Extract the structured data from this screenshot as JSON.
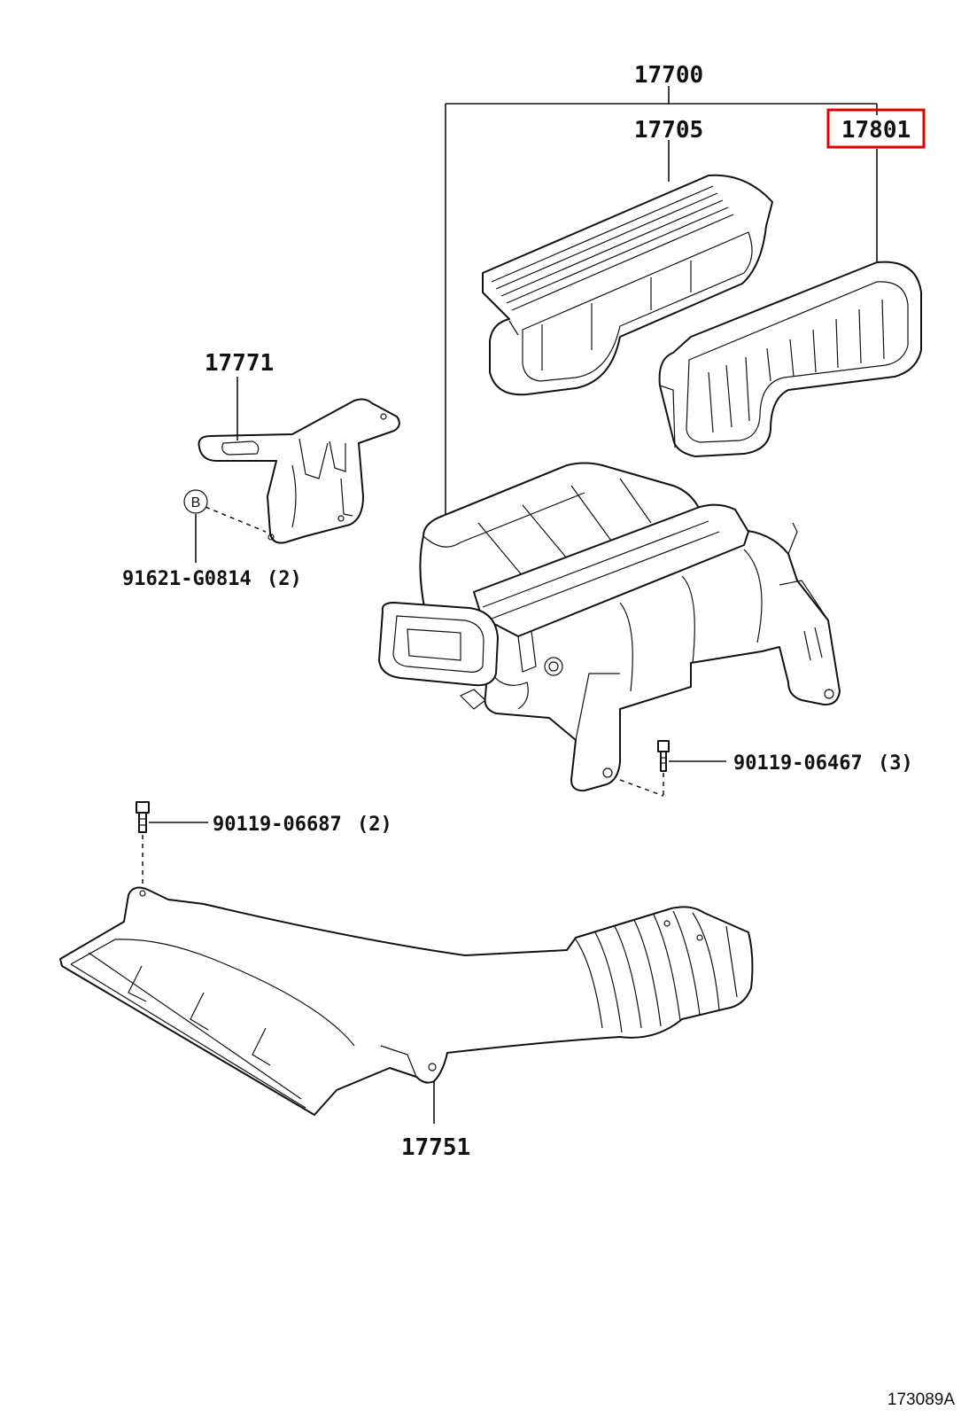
{
  "labels": {
    "assembly": "17700",
    "cap": "17705",
    "element": "17801",
    "bracket": "17771",
    "bracket_bolt": "91621-G0814",
    "bracket_bolt_qty": "(2)",
    "case_bolt": "90119-06467",
    "case_bolt_qty": "(3)",
    "inlet_bolt": "90119-06687",
    "inlet_bolt_qty": "(2)",
    "inlet_duct": "17751"
  },
  "callout_letter": "B",
  "highlighted_part": "17801",
  "highlight_color": "#e00000",
  "diagram_code": "173089A"
}
